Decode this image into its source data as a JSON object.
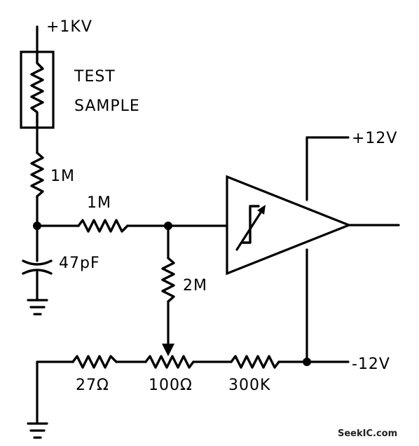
{
  "labels": {
    "supply_hv": "+1KV",
    "test_sample_line1": "TEST",
    "test_sample_line2": "SAMPLE",
    "r_series_top": "1M",
    "r_series_mid": "1M",
    "cap": "47pF",
    "r_divider": "2M",
    "r_27": "27Ω",
    "pot_100": "100Ω",
    "r_300k": "300K",
    "supply_pos": "+12V",
    "supply_neg": "-12V"
  },
  "watermark": "SeekIC.com"
}
